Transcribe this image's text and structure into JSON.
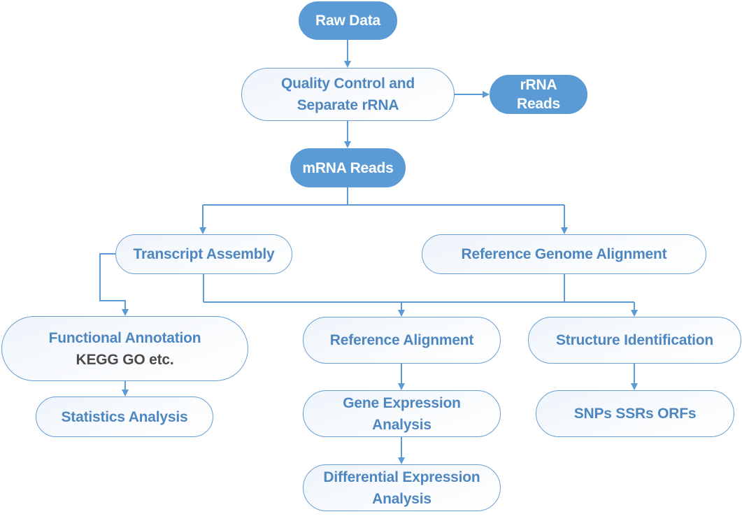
{
  "diagram": {
    "type": "flowchart",
    "colors": {
      "primary_fill": "#5b9bd5",
      "node_text": "#4e86c0",
      "secondary_text": "#4a4a4a",
      "connector": "#5b9bd5"
    },
    "nodes": {
      "raw_data": {
        "lines": [
          "Raw Data"
        ],
        "style": "filled"
      },
      "quality_control": {
        "lines": [
          "Quality Control and",
          "Separate rRNA"
        ],
        "style": "outline"
      },
      "rrna_reads": {
        "lines": [
          "rRNA",
          "Reads"
        ],
        "style": "filled"
      },
      "mrna_reads": {
        "lines": [
          "mRNA Reads"
        ],
        "style": "filled"
      },
      "transcript_assembly": {
        "lines": [
          "Transcript Assembly"
        ],
        "style": "outline"
      },
      "reference_genome_alignment": {
        "lines": [
          "Reference Genome Alignment"
        ],
        "style": "outline"
      },
      "functional_annotation": {
        "lines": [
          "Functional Annotation",
          "KEGG GO etc."
        ],
        "style": "outline"
      },
      "statistics_analysis": {
        "lines": [
          "Statistics Analysis"
        ],
        "style": "outline"
      },
      "reference_alignment": {
        "lines": [
          "Reference Alignment"
        ],
        "style": "outline"
      },
      "gene_expression_analysis": {
        "lines": [
          "Gene Expression",
          "Analysis"
        ],
        "style": "outline"
      },
      "differential_expression_analysis": {
        "lines": [
          "Differential Expression",
          "Analysis"
        ],
        "style": "outline"
      },
      "structure_identification": {
        "lines": [
          "Structure Identification"
        ],
        "style": "outline"
      },
      "snps_ssrs_orfs": {
        "lines": [
          "SNPs SSRs ORFs"
        ],
        "style": "outline"
      }
    },
    "edges": [
      {
        "from": "raw_data",
        "to": "quality_control"
      },
      {
        "from": "quality_control",
        "to": "rrna_reads"
      },
      {
        "from": "quality_control",
        "to": "mrna_reads"
      },
      {
        "from": "mrna_reads",
        "to": "transcript_assembly"
      },
      {
        "from": "mrna_reads",
        "to": "reference_genome_alignment"
      },
      {
        "from": "transcript_assembly",
        "to": "functional_annotation"
      },
      {
        "from": "transcript_assembly",
        "to": "reference_alignment"
      },
      {
        "from": "transcript_assembly",
        "to": "structure_identification"
      },
      {
        "from": "reference_genome_alignment",
        "to": "reference_alignment"
      },
      {
        "from": "reference_genome_alignment",
        "to": "structure_identification"
      },
      {
        "from": "functional_annotation",
        "to": "statistics_analysis"
      },
      {
        "from": "reference_alignment",
        "to": "gene_expression_analysis"
      },
      {
        "from": "gene_expression_analysis",
        "to": "differential_expression_analysis"
      },
      {
        "from": "structure_identification",
        "to": "snps_ssrs_orfs"
      }
    ]
  }
}
